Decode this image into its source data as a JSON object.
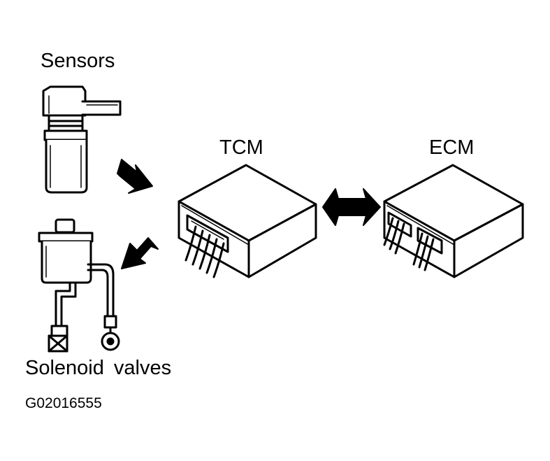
{
  "labels": {
    "sensors": "Sensors",
    "tcm": "TCM",
    "ecm": "ECM",
    "solenoid_valves": "Solenoid  valves",
    "figure_code": "G02016555"
  },
  "colors": {
    "ink": "#000000",
    "background": "#ffffff"
  },
  "icons": [
    "sensor-icon",
    "solenoid-valve-icon",
    "arrow-icon",
    "double-arrow-icon",
    "control-module-icon",
    "connector-icon"
  ]
}
